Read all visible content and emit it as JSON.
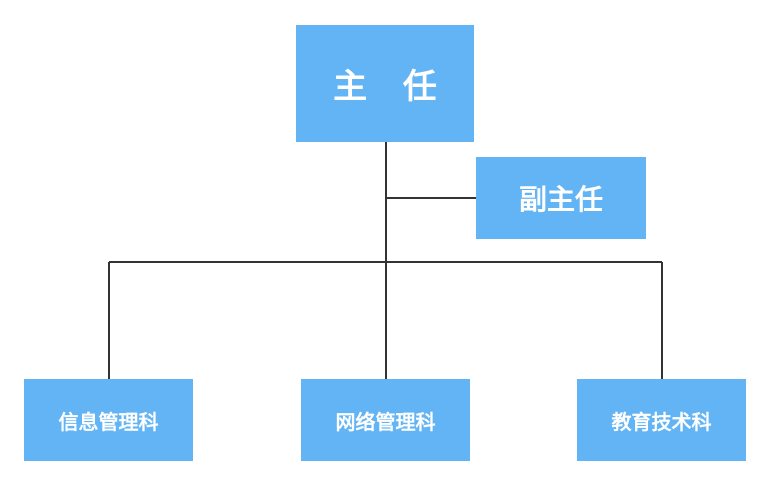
{
  "org_chart": {
    "director": {
      "label": "主 任"
    },
    "deputy": {
      "label": "副主任"
    },
    "departments": [
      {
        "label": "信息管理科"
      },
      {
        "label": "网络管理科"
      },
      {
        "label": "教育技术科"
      }
    ]
  },
  "colors": {
    "box_fill": "#63b4f4",
    "box_text": "#ffffff",
    "connector": "#333333"
  }
}
